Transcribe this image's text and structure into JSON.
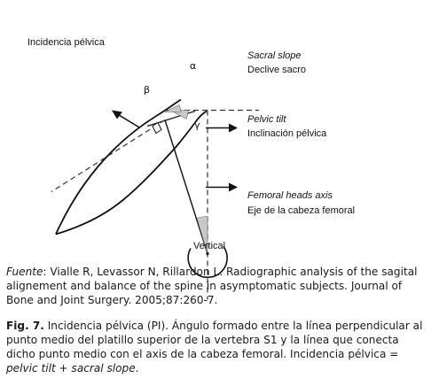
{
  "figure": {
    "labels": {
      "pelvic_incidence": "Incidencia pélvica",
      "alpha": "α",
      "beta": "β",
      "gamma": "γ",
      "sacral_slope_en": "Sacral slope",
      "sacral_slope_es": "Declive sacro",
      "pelvic_tilt_en": "Pelvic tilt",
      "pelvic_tilt_es": "Inclinación pélvica",
      "femoral_axis_en": "Femoral heads axis",
      "femoral_axis_es": "Eje de la cabeza femoral",
      "vertical": "Vertical"
    }
  },
  "source": {
    "lead": "Fuente",
    "text": ": Vialle R, Levassor N, Rillardon L. Radiographic analysis of the sagital alignement and balance of the spine in asymptomatic subjects. Journal of Bone and Joint Surgery. 2005;87:260-7."
  },
  "caption": {
    "label": "Fig. 7.",
    "text_1": " Incidencia pélvica (PI). Ángulo formado entre la línea perpendicular al punto medio del platillo superior de la vertebra S1 y la línea que conecta dicho punto medio con el axis de la cabeza femoral. Incidencia pélvica = ",
    "term_1": "pelvic tilt",
    "plus": " + ",
    "term_2": "sacral slope",
    "end": "."
  }
}
